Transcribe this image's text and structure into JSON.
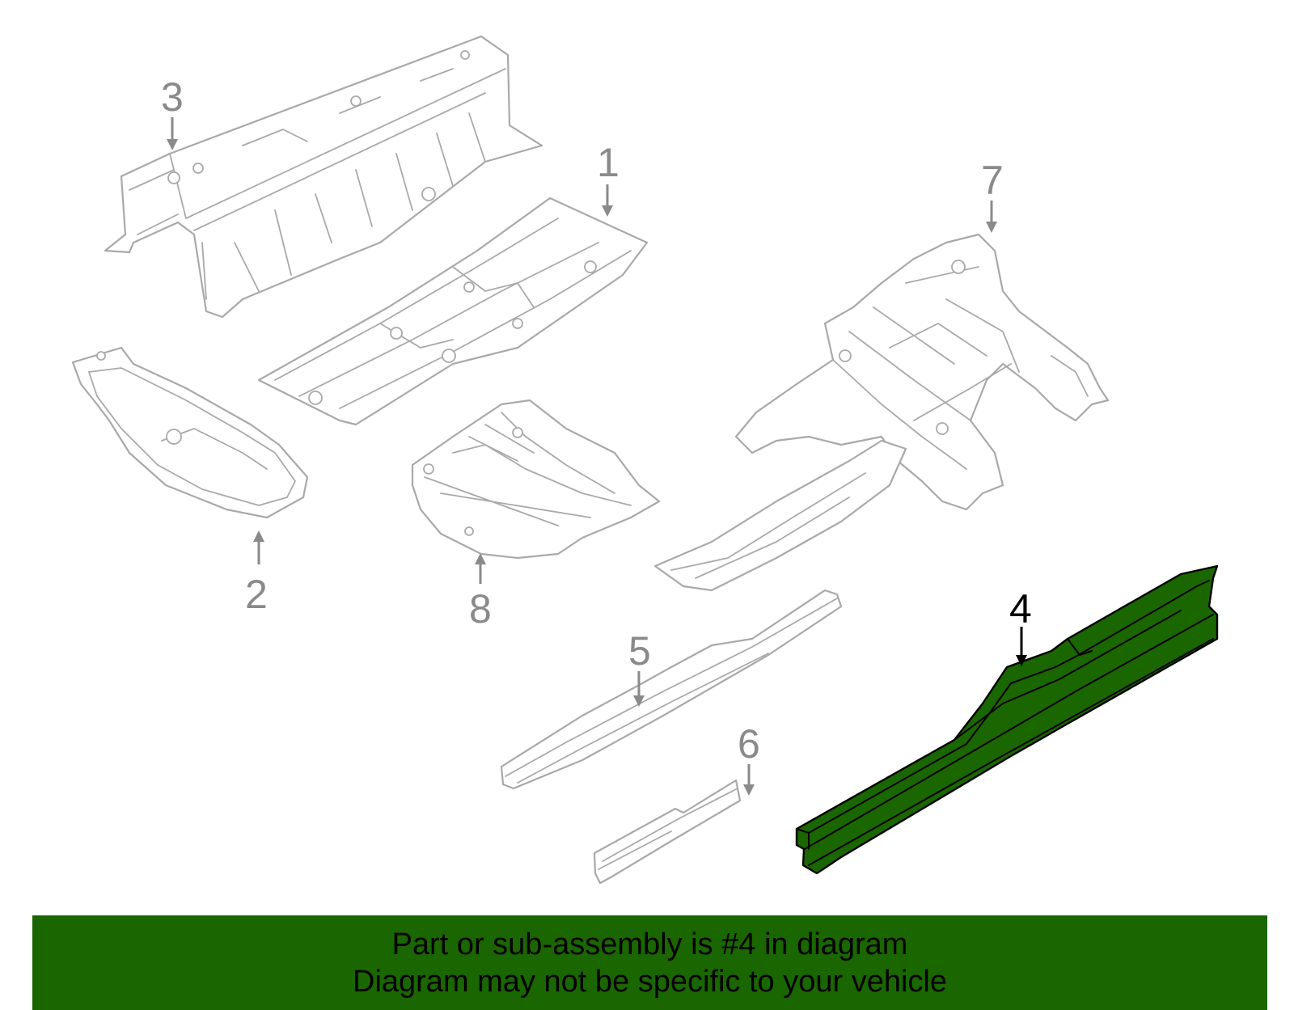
{
  "callouts": [
    {
      "id": "1",
      "label": "1",
      "highlighted": false
    },
    {
      "id": "2",
      "label": "2",
      "highlighted": false
    },
    {
      "id": "3",
      "label": "3",
      "highlighted": false
    },
    {
      "id": "4",
      "label": "4",
      "highlighted": true
    },
    {
      "id": "5",
      "label": "5",
      "highlighted": false
    },
    {
      "id": "6",
      "label": "6",
      "highlighted": false
    },
    {
      "id": "7",
      "label": "7",
      "highlighted": false
    },
    {
      "id": "8",
      "label": "8",
      "highlighted": false
    }
  ],
  "banner": {
    "line1": "Part or sub-assembly is #4 in diagram",
    "line2": "Diagram may not be specific to your vehicle"
  },
  "colors": {
    "highlight": "#1a6600",
    "part_outline": "#a9a9a9",
    "callout_text": "#8a8a8a"
  }
}
